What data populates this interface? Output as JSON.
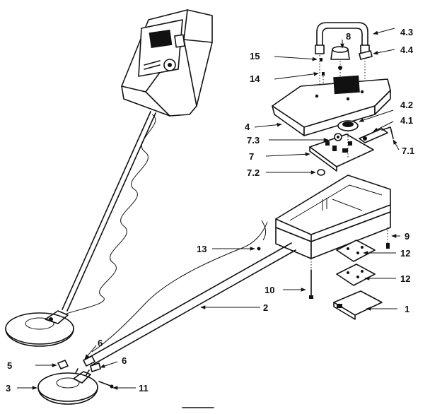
{
  "colors": {
    "ink": "#111111",
    "paper": "#ffffff"
  },
  "labels": {
    "p1": "1",
    "p2": "2",
    "p3": "3",
    "p4": "4",
    "p4_1": "4.1",
    "p4_2": "4.2",
    "p4_3": "4.3",
    "p4_4": "4.4",
    "p5": "5",
    "p6a": "6",
    "p6b": "6",
    "p7": "7",
    "p7_1": "7.1",
    "p7_2": "7.2",
    "p7_3": "7.3",
    "p8": "8",
    "p9": "9",
    "p10": "10",
    "p11": "11",
    "p12a": "12",
    "p12b": "12",
    "p13": "13",
    "p14": "14",
    "p15": "15"
  }
}
